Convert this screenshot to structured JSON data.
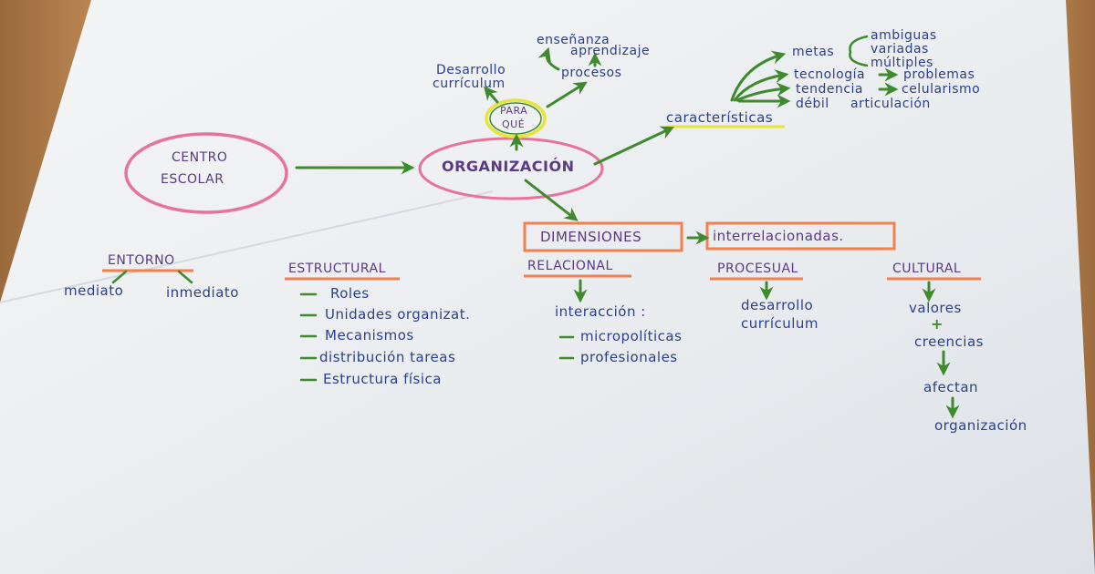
{
  "colors": {
    "paper": "#eef0f2",
    "pink": "#e7739a",
    "orange": "#f2804e",
    "green": "#3f8a2e",
    "yellow": "#e8e53a",
    "purple_ink": "#5b3a86",
    "blue_ink": "#2a3f8f"
  },
  "nodes": {
    "centro": "CENTRO",
    "escolar": "ESCOLAR",
    "organizacion": "ORGANIZACIÓN",
    "para": "PARA",
    "que": "QUÉ",
    "desarrollo": "Desarrollo",
    "curriculum": "currículum",
    "ensenanza": "enseñanza",
    "aprendizaje": "aprendizaje",
    "procesos": "procesos",
    "caracteristicas": "características",
    "metas": "metas",
    "ambiguas": "ambiguas",
    "variadas": "variadas",
    "multiples": "múltiples",
    "tecnologia": "tecnología",
    "problemas": "problemas",
    "tendencia": "tendencia",
    "celularismo": "celularismo",
    "debil": "débil",
    "articulacion": "articulación",
    "dimensiones": "DIMENSIONES",
    "interrelacionadas": "interrelacionadas."
  },
  "dimensions": {
    "entorno": {
      "title": "ENTORNO",
      "left": "mediato",
      "right": "inmediato"
    },
    "estructural": {
      "title": "ESTRUCTURAL",
      "items": [
        "Roles",
        "Unidades organizat.",
        "Mecanismos",
        "distribución tareas",
        "Estructura física"
      ]
    },
    "relacional": {
      "title": "RELACIONAL",
      "lead": "interacción :",
      "items": [
        "micropolíticas",
        "profesionales"
      ]
    },
    "procesual": {
      "title": "PROCESUAL",
      "line1": "desarrollo",
      "line2": "currículum"
    },
    "cultural": {
      "title": "CULTURAL",
      "valores": "valores",
      "plus": "+",
      "creencias": "creencias",
      "afectan": "afectan",
      "organizacion": "organización"
    }
  }
}
